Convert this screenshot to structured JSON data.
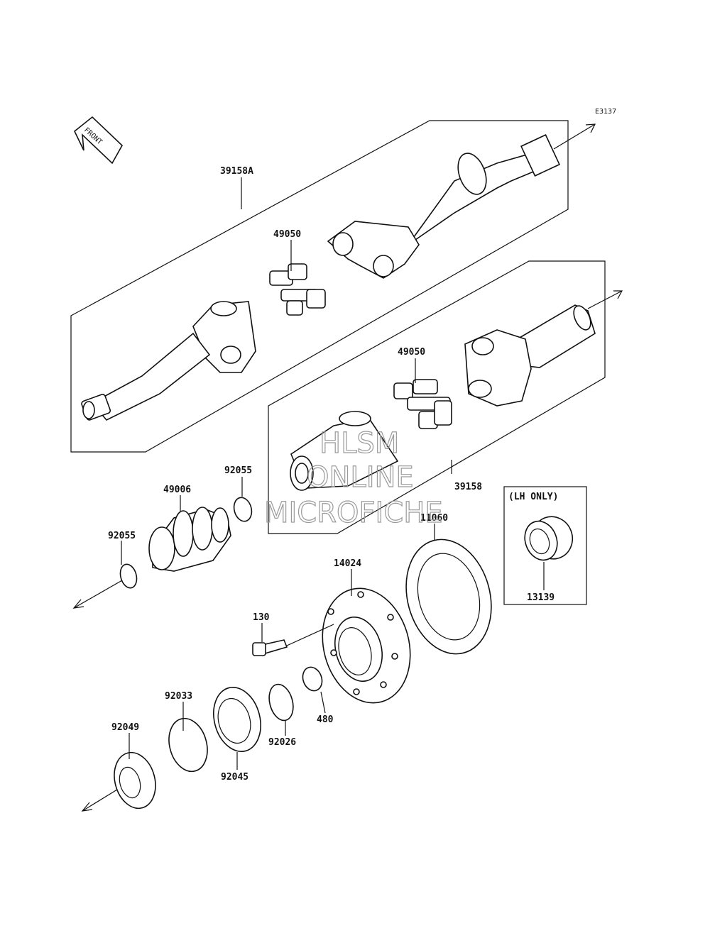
{
  "diagram": {
    "code": "E3137",
    "front_label": "FRONT",
    "lh_only_label": "(LH ONLY)",
    "watermark": [
      "HLSM",
      "ONLINE",
      "MICROFICHE"
    ],
    "parts": [
      {
        "id": "p39158A",
        "number": "39158A"
      },
      {
        "id": "p49050a",
        "number": "49050"
      },
      {
        "id": "p49050b",
        "number": "49050"
      },
      {
        "id": "p39158",
        "number": "39158"
      },
      {
        "id": "p49006",
        "number": "49006"
      },
      {
        "id": "p92055a",
        "number": "92055"
      },
      {
        "id": "p92055b",
        "number": "92055"
      },
      {
        "id": "p11060",
        "number": "11060"
      },
      {
        "id": "p14024",
        "number": "14024"
      },
      {
        "id": "p13139",
        "number": "13139"
      },
      {
        "id": "p130",
        "number": "130"
      },
      {
        "id": "p92033",
        "number": "92033"
      },
      {
        "id": "p92049",
        "number": "92049"
      },
      {
        "id": "p92045",
        "number": "92045"
      },
      {
        "id": "p92026",
        "number": "92026"
      },
      {
        "id": "p480",
        "number": "480"
      }
    ]
  }
}
